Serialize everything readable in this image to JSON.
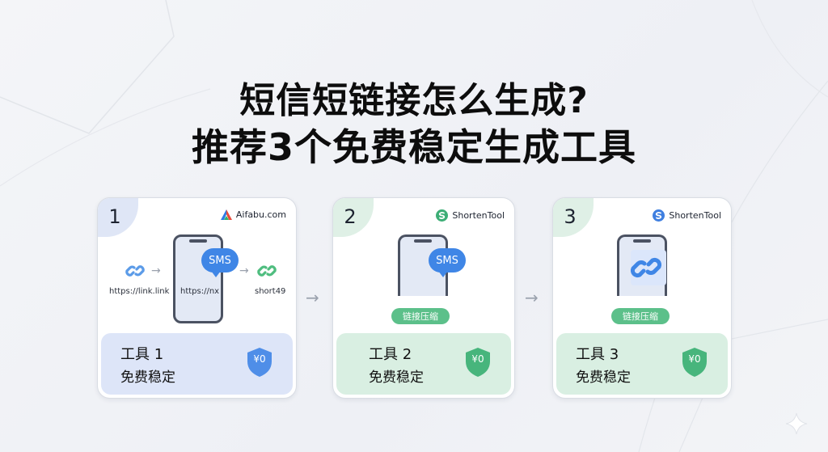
{
  "title": {
    "line1": "短信短链接怎么生成?",
    "line2": "推荐3个免费稳定生成工具"
  },
  "cards": [
    {
      "number": "1",
      "brand": "Aifabu.com",
      "sms": "SMS",
      "link_original": "https://link.link",
      "link_phone": "https://nx",
      "link_short": "short49",
      "tool": "工具 1",
      "desc": "免费稳定",
      "price": "¥0"
    },
    {
      "number": "2",
      "brand": "ShortenTool",
      "sms": "SMS",
      "pill": "链接压缩",
      "tool": "工具 2",
      "desc": "免费稳定",
      "price": "¥0"
    },
    {
      "number": "3",
      "brand": "ShortenTool",
      "pill": "链接压缩",
      "tool": "工具 3",
      "desc": "免费稳定",
      "price": "¥0"
    }
  ],
  "colors": {
    "blue_accent": "#3f86e6",
    "green_accent": "#5cc08a",
    "card1_panel": "#dde5f8",
    "card23_panel": "#d9efe2"
  }
}
